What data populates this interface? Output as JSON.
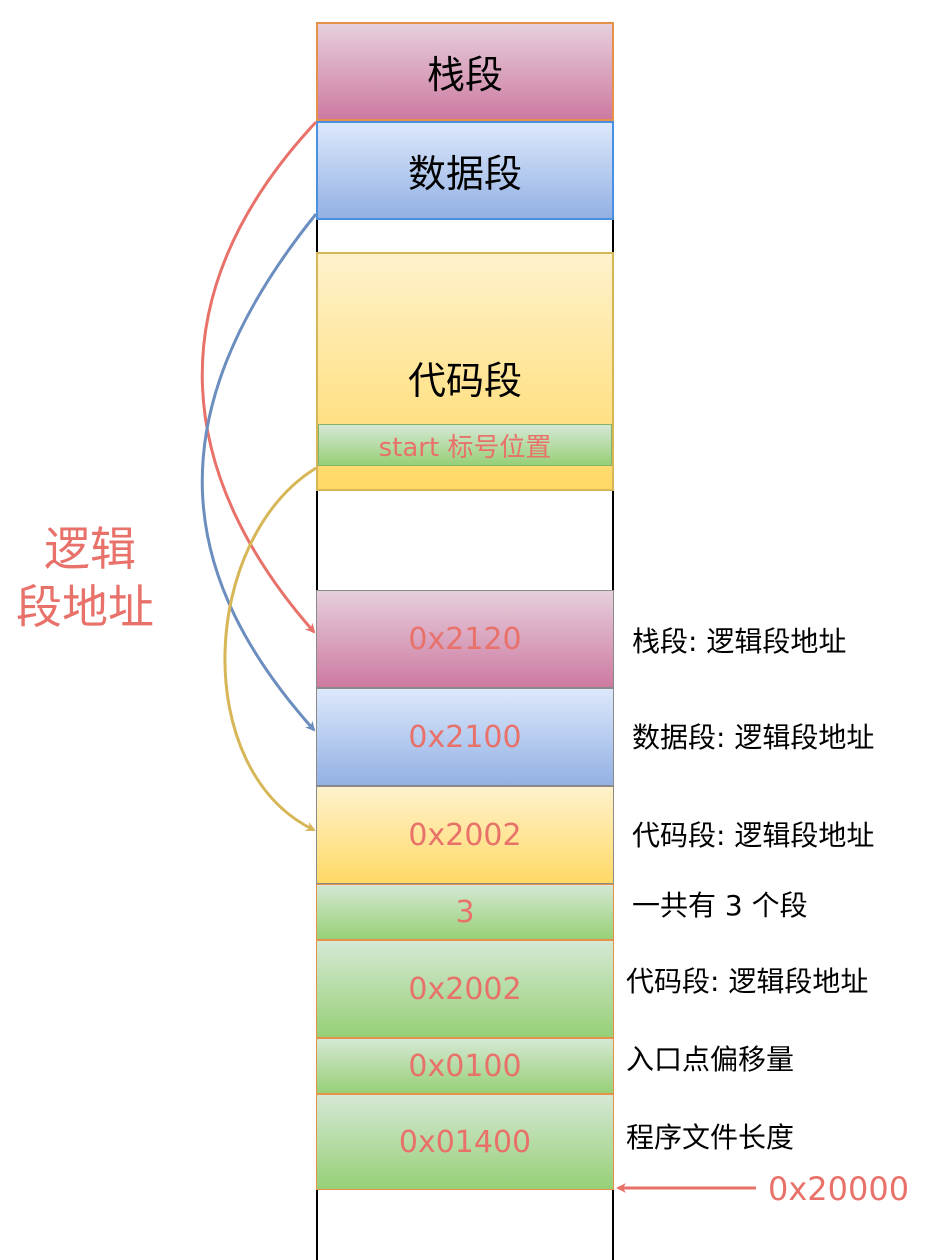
{
  "upper": {
    "stack": "栈段",
    "data": "数据段",
    "code": "代码段",
    "start": "start 标号位置"
  },
  "left_label": [
    "逻辑",
    "段地址"
  ],
  "header": {
    "stack_addr": "0x2120",
    "data_addr": "0x2100",
    "code_addr": "0x2002",
    "seg_count": "3",
    "entry_seg": "0x2002",
    "entry_offset": "0x0100",
    "file_len": "0x01400"
  },
  "notes": {
    "stack": "栈段: 逻辑段地址",
    "data": "数据段: 逻辑段地址",
    "code": "代码段: 逻辑段地址",
    "count": "一共有 3 个段",
    "entry_seg": "代码段: 逻辑段地址",
    "entry_offset": "入口点偏移量",
    "file_len": "程序文件长度"
  },
  "load_addr": "0x20000",
  "colors": {
    "red": "#e8716a",
    "blue": "#6c8ebf",
    "gold": "#d6b656",
    "orange": "#e6914a"
  }
}
